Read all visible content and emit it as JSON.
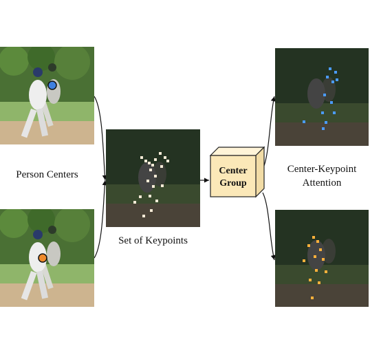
{
  "labels": {
    "person_centers": "Person Centers",
    "set_of_keypoints": "Set of Keypoints",
    "center_keypoint_line1": "Center-Keypoint",
    "center_keypoint_line2": "Attention",
    "center_group_line1": "Center",
    "center_group_line2": "Group"
  },
  "colors": {
    "person_center_top": "#3f7fe0",
    "person_center_bottom": "#ef8a2c",
    "keypoint_white": "#f4ead6",
    "keypoint_blue": "#4b9bff",
    "keypoint_orange": "#ffb13b",
    "center_group_fill": "#fbe8b8"
  }
}
